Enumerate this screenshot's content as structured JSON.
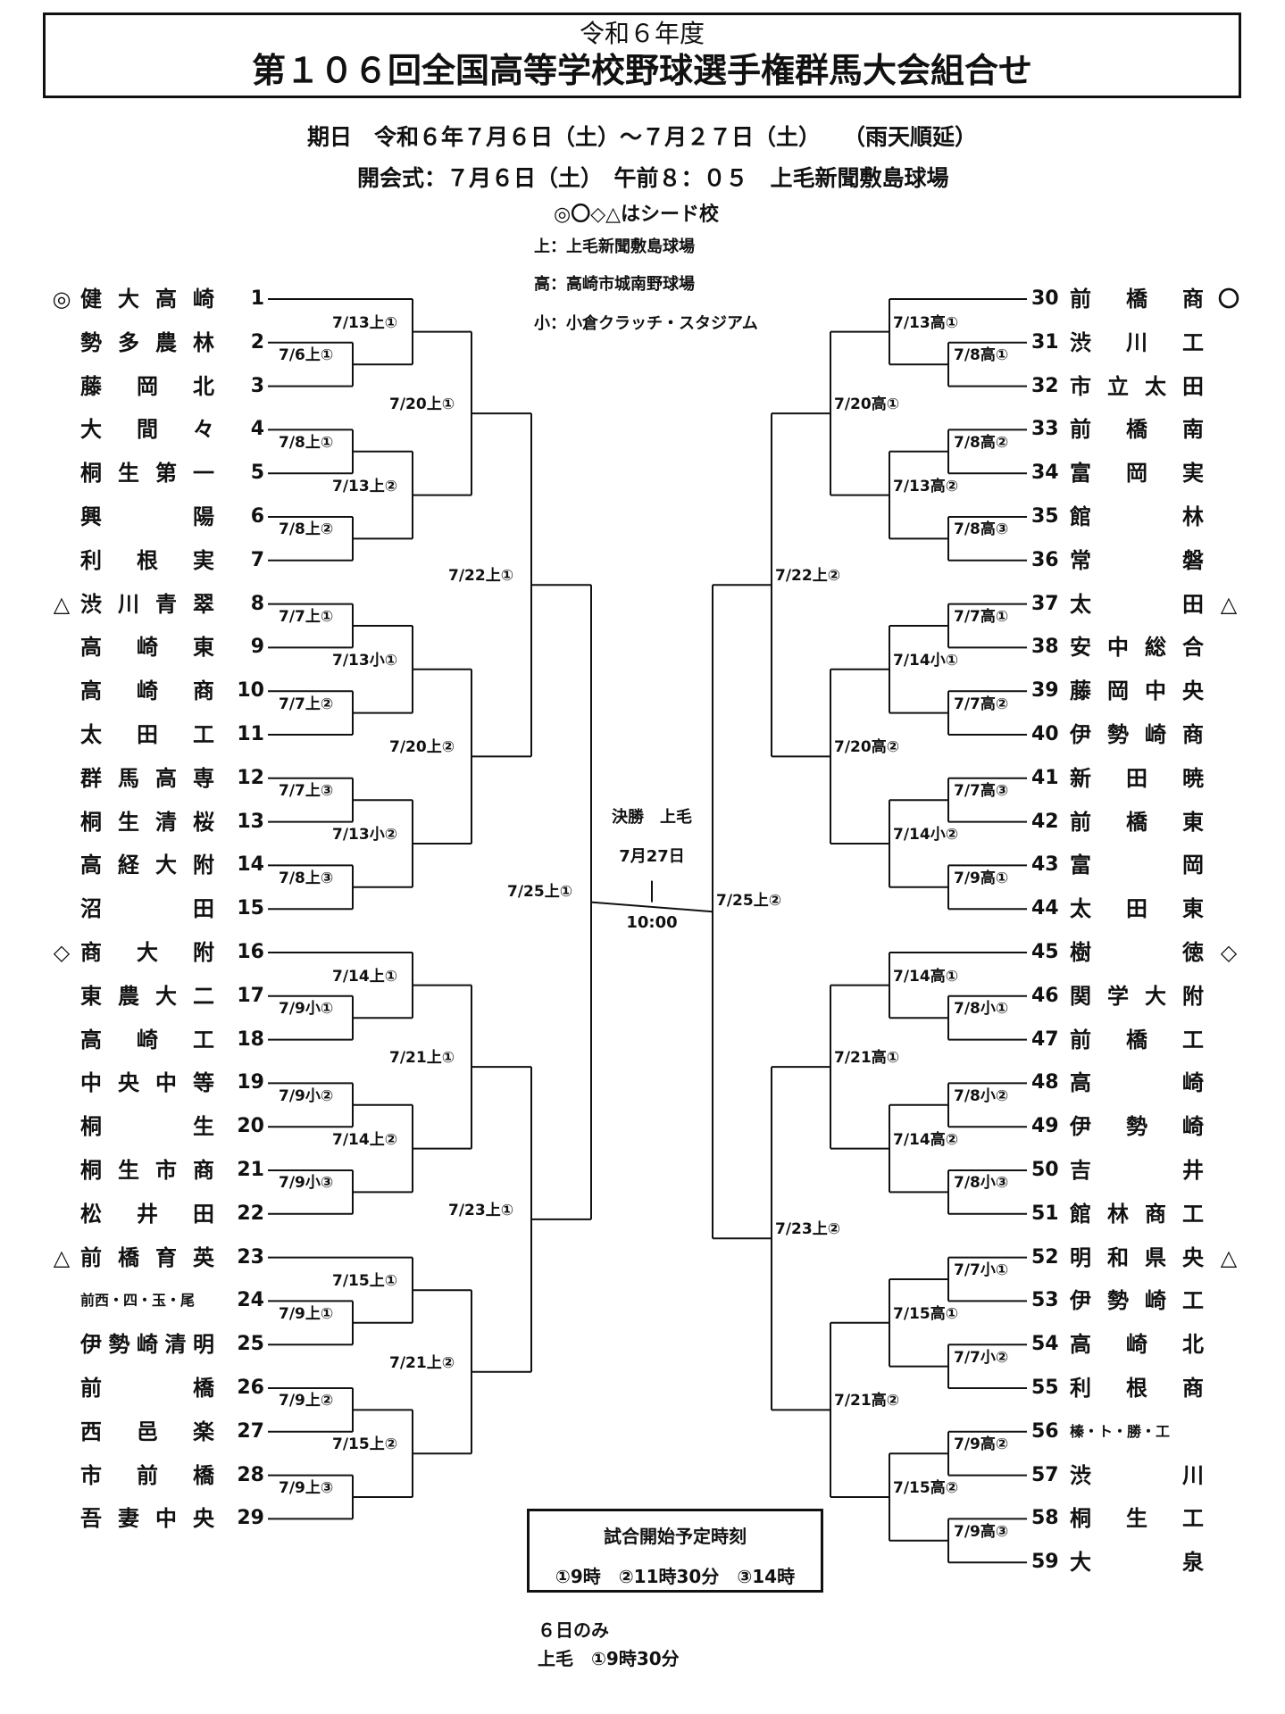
{
  "header": {
    "era_year": "令和６年度",
    "title": "第１０６回全国高等学校野球選手権群馬大会組合せ"
  },
  "info": {
    "dates": "期日　令和６年７月６日（土）～７月２７日（土）　　（雨天順延）",
    "opening": "開会式：７月６日（土）　午前８：０５　上毛新聞敷島球場",
    "seed_note": "◎〇◇△はシード校"
  },
  "venues": [
    "上：上毛新聞敷島球場",
    "高：高崎市城南野球場",
    "小：小倉クラッチ・スタジアム"
  ],
  "teams_left": [
    {
      "num": "1",
      "name": "健大高崎",
      "seed": "◎"
    },
    {
      "num": "2",
      "name": "勢多農林",
      "seed": ""
    },
    {
      "num": "3",
      "name": "藤岡北",
      "seed": ""
    },
    {
      "num": "4",
      "name": "大間々",
      "seed": ""
    },
    {
      "num": "5",
      "name": "桐生第一",
      "seed": ""
    },
    {
      "num": "6",
      "name": "興陽",
      "seed": ""
    },
    {
      "num": "7",
      "name": "利根実",
      "seed": ""
    },
    {
      "num": "8",
      "name": "渋川青翠",
      "seed": "△"
    },
    {
      "num": "9",
      "name": "高崎東",
      "seed": ""
    },
    {
      "num": "10",
      "name": "高崎商",
      "seed": ""
    },
    {
      "num": "11",
      "name": "太田工",
      "seed": ""
    },
    {
      "num": "12",
      "name": "群馬高専",
      "seed": ""
    },
    {
      "num": "13",
      "name": "桐生清桜",
      "seed": ""
    },
    {
      "num": "14",
      "name": "高経大附",
      "seed": ""
    },
    {
      "num": "15",
      "name": "沼田",
      "seed": ""
    },
    {
      "num": "16",
      "name": "商大附",
      "seed": "◇"
    },
    {
      "num": "17",
      "name": "東農大二",
      "seed": ""
    },
    {
      "num": "18",
      "name": "高崎工",
      "seed": ""
    },
    {
      "num": "19",
      "name": "中央中等",
      "seed": ""
    },
    {
      "num": "20",
      "name": "桐生",
      "seed": ""
    },
    {
      "num": "21",
      "name": "桐生市商",
      "seed": ""
    },
    {
      "num": "22",
      "name": "松井田",
      "seed": ""
    },
    {
      "num": "23",
      "name": "前橋育英",
      "seed": "△"
    },
    {
      "num": "24",
      "name": "前西・四・玉・尾",
      "seed": ""
    },
    {
      "num": "25",
      "name": "伊勢崎清明",
      "seed": ""
    },
    {
      "num": "26",
      "name": "前橋",
      "seed": ""
    },
    {
      "num": "27",
      "name": "西邑楽",
      "seed": ""
    },
    {
      "num": "28",
      "name": "市前橋",
      "seed": ""
    },
    {
      "num": "29",
      "name": "吾妻中央",
      "seed": ""
    }
  ],
  "teams_right": [
    {
      "num": "30",
      "name": "前橋商",
      "seed": "〇"
    },
    {
      "num": "31",
      "name": "渋川工",
      "seed": ""
    },
    {
      "num": "32",
      "name": "市立太田",
      "seed": ""
    },
    {
      "num": "33",
      "name": "前橋南",
      "seed": ""
    },
    {
      "num": "34",
      "name": "富岡実",
      "seed": ""
    },
    {
      "num": "35",
      "name": "館林",
      "seed": ""
    },
    {
      "num": "36",
      "name": "常磐",
      "seed": ""
    },
    {
      "num": "37",
      "name": "太田",
      "seed": "△"
    },
    {
      "num": "38",
      "name": "安中総合",
      "seed": ""
    },
    {
      "num": "39",
      "name": "藤岡中央",
      "seed": ""
    },
    {
      "num": "40",
      "name": "伊勢崎商",
      "seed": ""
    },
    {
      "num": "41",
      "name": "新田暁",
      "seed": ""
    },
    {
      "num": "42",
      "name": "前橋東",
      "seed": ""
    },
    {
      "num": "43",
      "name": "富岡",
      "seed": ""
    },
    {
      "num": "44",
      "name": "太田東",
      "seed": ""
    },
    {
      "num": "45",
      "name": "樹徳",
      "seed": "◇"
    },
    {
      "num": "46",
      "name": "関学大附",
      "seed": ""
    },
    {
      "num": "47",
      "name": "前橋工",
      "seed": ""
    },
    {
      "num": "48",
      "name": "高崎",
      "seed": ""
    },
    {
      "num": "49",
      "name": "伊勢崎",
      "seed": ""
    },
    {
      "num": "50",
      "name": "吉井",
      "seed": ""
    },
    {
      "num": "51",
      "name": "館林商工",
      "seed": ""
    },
    {
      "num": "52",
      "name": "明和県央",
      "seed": "△"
    },
    {
      "num": "53",
      "name": "伊勢崎工",
      "seed": ""
    },
    {
      "num": "54",
      "name": "高崎北",
      "seed": ""
    },
    {
      "num": "55",
      "name": "利根商",
      "seed": ""
    },
    {
      "num": "56",
      "name": "榛・ト・勝・工",
      "seed": ""
    },
    {
      "num": "57",
      "name": "渋川",
      "seed": ""
    },
    {
      "num": "58",
      "name": "桐生工",
      "seed": ""
    },
    {
      "num": "59",
      "name": "大泉",
      "seed": ""
    }
  ],
  "matches_left": {
    "r1": [
      "7/6上①",
      "7/8上①",
      "7/8上②",
      "7/7上①",
      "7/7上②",
      "7/7上③",
      "7/8上③",
      "7/9小①",
      "7/9小②",
      "7/9小③",
      "7/9上①",
      "7/9上②",
      "7/9上③"
    ],
    "r2": [
      "7/13上①",
      "7/13上②",
      "7/13小①",
      "7/13小②",
      "7/14上①",
      "7/14上②",
      "7/15上①",
      "7/15上②"
    ],
    "r3": [
      "7/20上①",
      "7/20上②",
      "7/21上①",
      "7/21上②"
    ],
    "r4": [
      "7/22上①",
      "7/23上①"
    ],
    "sf": "7/25上①"
  },
  "matches_right": {
    "r1": [
      "7/8高①",
      "7/8高②",
      "7/8高③",
      "7/7高①",
      "7/7高②",
      "7/7高③",
      "7/9高①",
      "7/8小①",
      "7/8小②",
      "7/8小③",
      "7/7小①",
      "7/7小②",
      "7/9高②",
      "7/9高③"
    ],
    "r2": [
      "7/13高①",
      "7/13高②",
      "7/14小①",
      "7/14小②",
      "7/14高①",
      "7/14高②",
      "7/15高①",
      "7/15高②"
    ],
    "r3": [
      "7/20高①",
      "7/20高②",
      "7/21高①",
      "7/21高②"
    ],
    "r4": [
      "7/22上②",
      "7/23上②"
    ],
    "sf": "7/25上②"
  },
  "final": {
    "label": "決勝　上毛",
    "date": "7月27日",
    "time": "10:00"
  },
  "schedule": {
    "title": "試合開始予定時刻",
    "slots": "①9時　②11時30分　③14時"
  },
  "note": {
    "line1": "６日のみ",
    "line2": "上毛　①9時30分"
  }
}
